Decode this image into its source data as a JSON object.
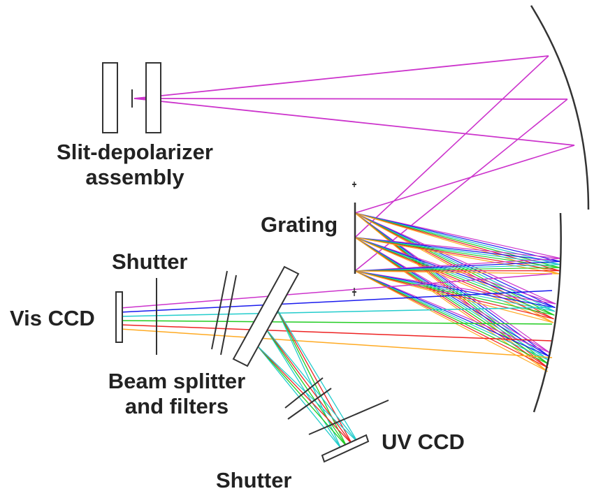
{
  "labels": {
    "slit_depolarizer": [
      "Slit-depolarizer",
      "assembly"
    ],
    "grating": "Grating",
    "shutter_vis": "Shutter",
    "vis_ccd": "Vis CCD",
    "beam_splitter": [
      "Beam splitter",
      "and filters"
    ],
    "uv_ccd": "UV CCD",
    "shutter_uv": "Shutter"
  },
  "colors": {
    "magenta": "#cc33cc",
    "blue": "#1a1aee",
    "green": "#22cc22",
    "red": "#ee2222",
    "cyan": "#22cccc",
    "orange": "#ffaa22",
    "component": "#333333"
  }
}
